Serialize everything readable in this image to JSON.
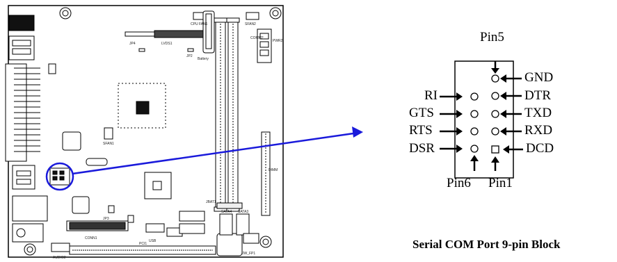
{
  "board": {
    "silk": {
      "cpu_fan": "CPU FAN1",
      "sfan2": "SFAN2",
      "lvds": "LVDS1",
      "jp4": "JP4",
      "jp2": "JP2",
      "battery": "Battery",
      "comm2": "COMM2",
      "pwr": "PWR2",
      "sfan1": "SFAN1",
      "jbat": "JBAT1",
      "sata4": "SATA4",
      "sata3": "SATA3",
      "usb": "USB",
      "audio": "AUDIO2",
      "pci": "PCI1",
      "jw_fp": "JW_FP1",
      "jp3": "JP3",
      "conn": "CONN1",
      "dimm": "DIMM"
    }
  },
  "pin_diagram": {
    "top_label": "Pin5",
    "bottom_left_label": "Pin6",
    "bottom_right_label": "Pin1",
    "right_labels": [
      "GND",
      "DTR",
      "TXD",
      "RXD",
      "DCD"
    ],
    "left_labels": [
      "RI",
      "GTS",
      "RTS",
      "DSR"
    ],
    "caption": "Serial COM Port 9-pin Block"
  },
  "colors": {
    "callout": "#1a1adb",
    "ink": "#000000"
  }
}
